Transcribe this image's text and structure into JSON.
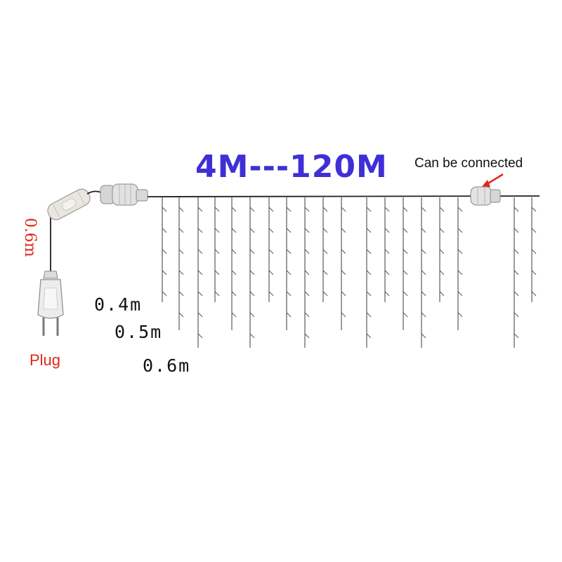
{
  "title": "4M---120M",
  "connect_label": "Can be connected",
  "plug_label": "Plug",
  "lead_length_label": "0.6m",
  "drop_length_labels": [
    "0.4m",
    "0.5m",
    "0.6m"
  ],
  "drop_lengths_m": [
    0.4,
    0.5,
    0.6
  ],
  "icons": {
    "plug": "eu-plug-icon",
    "connector": "connector-icon",
    "controller": "controller-box-icon",
    "arrow": "arrow-icon"
  },
  "colors": {
    "title": "#3f2fd6",
    "accent_red": "#e0261c",
    "wire": "#1f1f1f"
  }
}
